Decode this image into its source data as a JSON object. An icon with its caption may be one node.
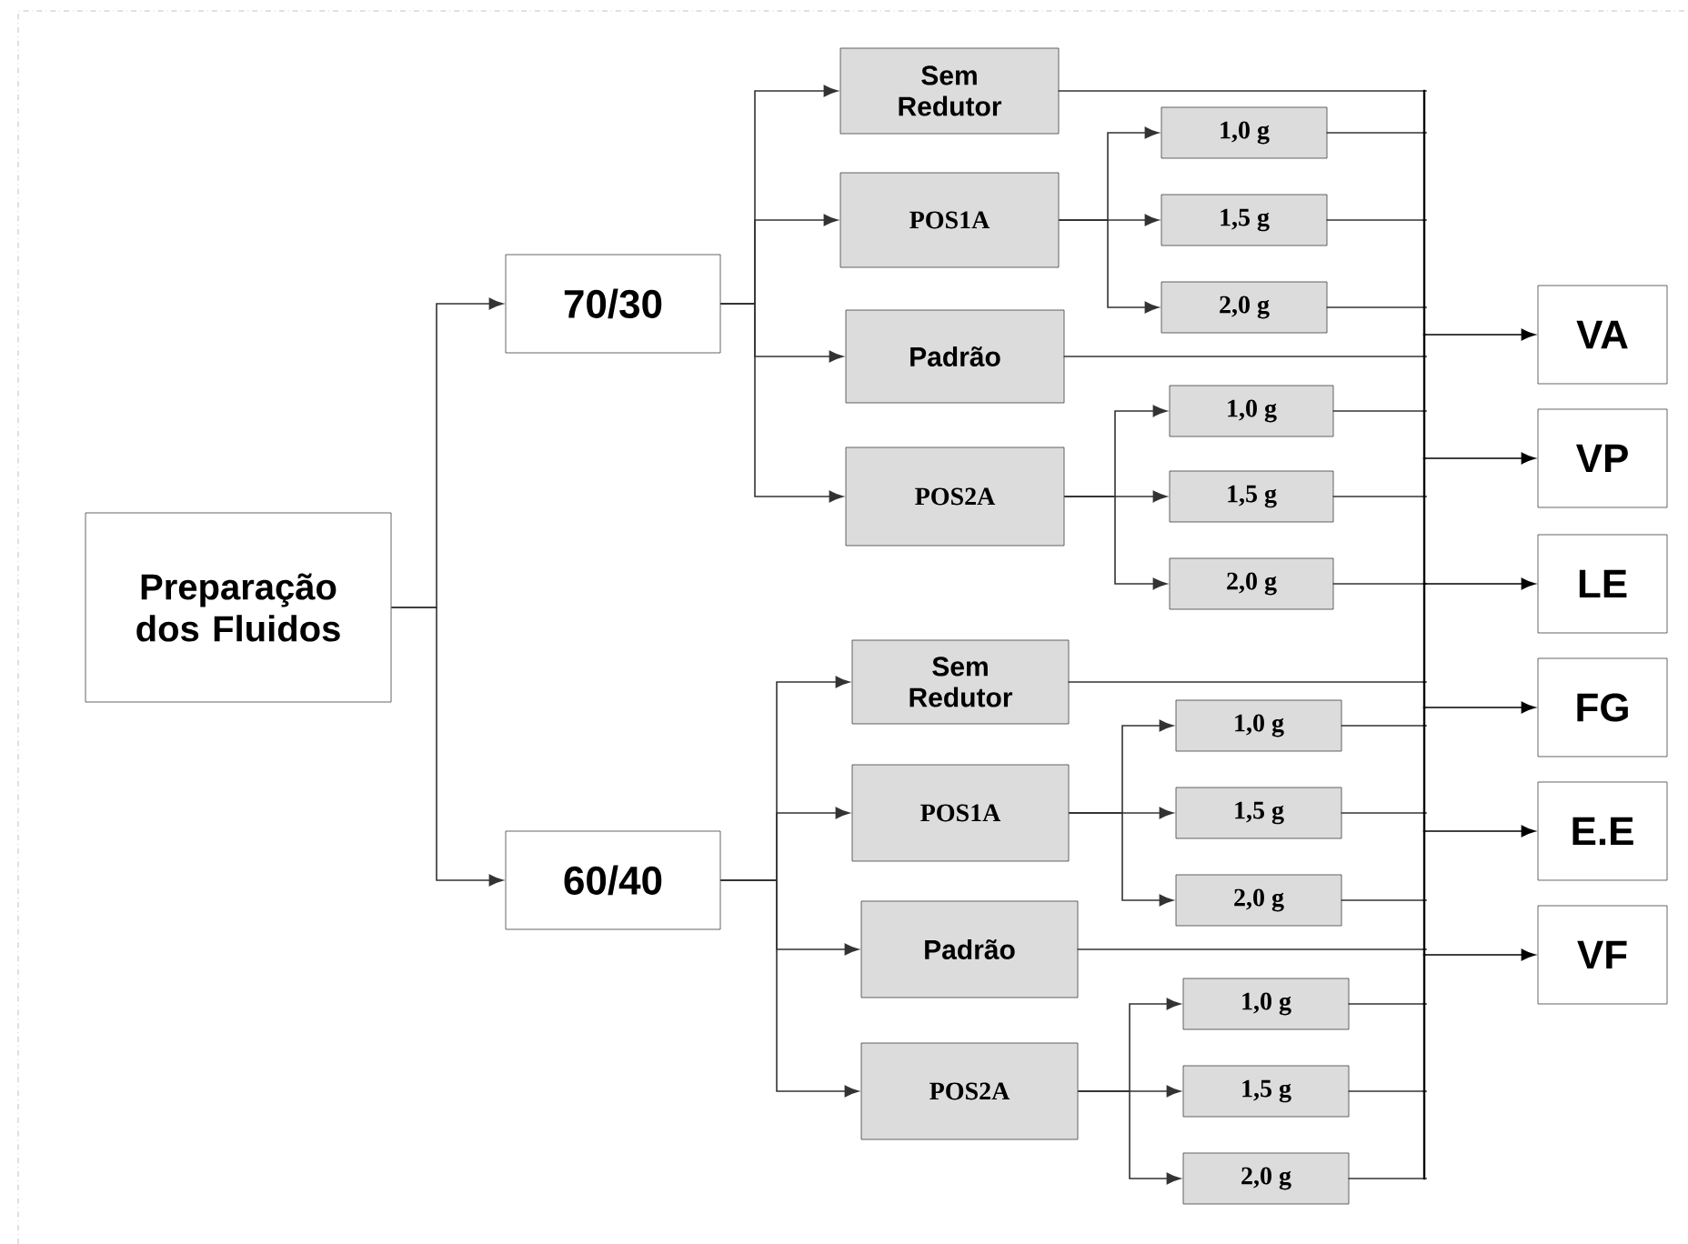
{
  "diagram": {
    "nodes": [
      {
        "text": [
          "Preparação dos Fluidos"
        ]
      },
      {
        "text": [
          "70/30"
        ]
      },
      {
        "text": [
          "Sem Redutor"
        ]
      },
      {
        "text": [
          "POS1A"
        ]
      },
      {
        "text": [
          "1,0  g"
        ]
      },
      {
        "text": [
          "1,5  g"
        ]
      },
      {
        "text": [
          "2,0  g"
        ]
      },
      {
        "text": [
          "Padrão"
        ]
      },
      {
        "text": [
          "POS2A"
        ]
      },
      {
        "text": [
          "1,0  g"
        ]
      },
      {
        "text": [
          "1,5  g"
        ]
      },
      {
        "text": [
          "2,0  g"
        ]
      },
      {
        "text": [
          "60/40"
        ]
      },
      {
        "text": [
          "Sem Redutor"
        ]
      },
      {
        "text": [
          "POS1A"
        ]
      },
      {
        "text": [
          "1,0  g"
        ]
      },
      {
        "text": [
          "1,5  g"
        ]
      },
      {
        "text": [
          "2,0  g"
        ]
      },
      {
        "text": [
          "Padrão"
        ]
      },
      {
        "text": [
          "POS2A"
        ]
      },
      {
        "text": [
          "1,0  g"
        ]
      },
      {
        "text": [
          "1,5  g"
        ]
      },
      {
        "text": [
          "2,0  g"
        ]
      },
      {
        "text": [
          "VA"
        ]
      },
      {
        "text": [
          "VP"
        ]
      },
      {
        "text": [
          "LE"
        ]
      },
      {
        "text": [
          "FG"
        ]
      },
      {
        "text": [
          "E.E"
        ]
      },
      {
        "text": [
          "VF"
        ]
      }
    ],
    "edges": [
      {
        "from": 0,
        "to": 1,
        "arrow": "to"
      },
      {
        "from": 0,
        "to": 12,
        "arrow": "to"
      },
      {
        "from": 1,
        "to": 2,
        "arrow": "to"
      },
      {
        "from": 1,
        "to": 3,
        "arrow": "to"
      },
      {
        "from": 1,
        "to": 7,
        "arrow": "to"
      },
      {
        "from": 1,
        "to": 8,
        "arrow": "to"
      },
      {
        "from": 3,
        "to": 4,
        "arrow": "to"
      },
      {
        "from": 3,
        "to": 5,
        "arrow": "to"
      },
      {
        "from": 3,
        "to": 6,
        "arrow": "to"
      },
      {
        "from": 8,
        "to": 9,
        "arrow": "to"
      },
      {
        "from": 8,
        "to": 10,
        "arrow": "to"
      },
      {
        "from": 8,
        "to": 11,
        "arrow": "to"
      },
      {
        "from": 12,
        "to": 13,
        "arrow": "to"
      },
      {
        "from": 12,
        "to": 14,
        "arrow": "to"
      },
      {
        "from": 12,
        "to": 18,
        "arrow": "to"
      },
      {
        "from": 12,
        "to": 19,
        "arrow": "to"
      },
      {
        "from": 14,
        "to": 15,
        "arrow": "to"
      },
      {
        "from": 14,
        "to": 16,
        "arrow": "to"
      },
      {
        "from": 14,
        "to": 17,
        "arrow": "to"
      },
      {
        "from": 19,
        "to": 20,
        "arrow": "to"
      },
      {
        "from": 19,
        "to": 21,
        "arrow": "to"
      },
      {
        "from": 19,
        "to": 22,
        "arrow": "to"
      },
      {
        "from": 2,
        "to": 23,
        "arrow": "to"
      },
      {
        "from": 2,
        "to": 24,
        "arrow": "to"
      },
      {
        "from": 2,
        "to": 25,
        "arrow": "to"
      },
      {
        "from": 2,
        "to": 26,
        "arrow": "to"
      },
      {
        "from": 2,
        "to": 27,
        "arrow": "to"
      },
      {
        "from": 2,
        "to": 28,
        "arrow": "to"
      },
      {
        "from": 4,
        "to": 23,
        "arrow": "to"
      },
      {
        "from": 4,
        "to": 24,
        "arrow": "to"
      },
      {
        "from": 4,
        "to": 25,
        "arrow": "to"
      },
      {
        "from": 4,
        "to": 26,
        "arrow": "to"
      },
      {
        "from": 4,
        "to": 27,
        "arrow": "to"
      },
      {
        "from": 4,
        "to": 28,
        "arrow": "to"
      },
      {
        "from": 5,
        "to": 23,
        "arrow": "to"
      },
      {
        "from": 5,
        "to": 24,
        "arrow": "to"
      },
      {
        "from": 5,
        "to": 25,
        "arrow": "to"
      },
      {
        "from": 5,
        "to": 26,
        "arrow": "to"
      },
      {
        "from": 5,
        "to": 27,
        "arrow": "to"
      },
      {
        "from": 5,
        "to": 28,
        "arrow": "to"
      },
      {
        "from": 6,
        "to": 23,
        "arrow": "to"
      },
      {
        "from": 6,
        "to": 24,
        "arrow": "to"
      },
      {
        "from": 6,
        "to": 25,
        "arrow": "to"
      },
      {
        "from": 6,
        "to": 26,
        "arrow": "to"
      },
      {
        "from": 6,
        "to": 27,
        "arrow": "to"
      },
      {
        "from": 6,
        "to": 28,
        "arrow": "to"
      },
      {
        "from": 7,
        "to": 23,
        "arrow": "to"
      },
      {
        "from": 7,
        "to": 24,
        "arrow": "to"
      },
      {
        "from": 7,
        "to": 25,
        "arrow": "to"
      },
      {
        "from": 7,
        "to": 26,
        "arrow": "to"
      },
      {
        "from": 7,
        "to": 27,
        "arrow": "to"
      },
      {
        "from": 7,
        "to": 28,
        "arrow": "to"
      },
      {
        "from": 9,
        "to": 23,
        "arrow": "to"
      },
      {
        "from": 9,
        "to": 24,
        "arrow": "to"
      },
      {
        "from": 9,
        "to": 25,
        "arrow": "to"
      },
      {
        "from": 9,
        "to": 26,
        "arrow": "to"
      },
      {
        "from": 9,
        "to": 27,
        "arrow": "to"
      },
      {
        "from": 9,
        "to": 28,
        "arrow": "to"
      },
      {
        "from": 10,
        "to": 23,
        "arrow": "to"
      },
      {
        "from": 10,
        "to": 24,
        "arrow": "to"
      },
      {
        "from": 10,
        "to": 25,
        "arrow": "to"
      },
      {
        "from": 10,
        "to": 26,
        "arrow": "to"
      },
      {
        "from": 10,
        "to": 27,
        "arrow": "to"
      },
      {
        "from": 10,
        "to": 28,
        "arrow": "to"
      },
      {
        "from": 11,
        "to": 23,
        "arrow": "to"
      },
      {
        "from": 11,
        "to": 24,
        "arrow": "to"
      },
      {
        "from": 11,
        "to": 25,
        "arrow": "to"
      },
      {
        "from": 11,
        "to": 26,
        "arrow": "to"
      },
      {
        "from": 11,
        "to": 27,
        "arrow": "to"
      },
      {
        "from": 11,
        "to": 28,
        "arrow": "to"
      },
      {
        "from": 13,
        "to": 23,
        "arrow": "to"
      },
      {
        "from": 13,
        "to": 24,
        "arrow": "to"
      },
      {
        "from": 13,
        "to": 25,
        "arrow": "to"
      },
      {
        "from": 13,
        "to": 26,
        "arrow": "to"
      },
      {
        "from": 13,
        "to": 27,
        "arrow": "to"
      },
      {
        "from": 13,
        "to": 28,
        "arrow": "to"
      },
      {
        "from": 15,
        "to": 23,
        "arrow": "to"
      },
      {
        "from": 15,
        "to": 24,
        "arrow": "to"
      },
      {
        "from": 15,
        "to": 25,
        "arrow": "to"
      },
      {
        "from": 15,
        "to": 26,
        "arrow": "to"
      },
      {
        "from": 15,
        "to": 27,
        "arrow": "to"
      },
      {
        "from": 15,
        "to": 28,
        "arrow": "to"
      },
      {
        "from": 16,
        "to": 23,
        "arrow": "to"
      },
      {
        "from": 16,
        "to": 24,
        "arrow": "to"
      },
      {
        "from": 16,
        "to": 25,
        "arrow": "to"
      },
      {
        "from": 16,
        "to": 26,
        "arrow": "to"
      },
      {
        "from": 16,
        "to": 27,
        "arrow": "to"
      },
      {
        "from": 16,
        "to": 28,
        "arrow": "to"
      },
      {
        "from": 17,
        "to": 23,
        "arrow": "to"
      },
      {
        "from": 17,
        "to": 24,
        "arrow": "to"
      },
      {
        "from": 17,
        "to": 25,
        "arrow": "to"
      },
      {
        "from": 17,
        "to": 26,
        "arrow": "to"
      },
      {
        "from": 17,
        "to": 27,
        "arrow": "to"
      },
      {
        "from": 17,
        "to": 28,
        "arrow": "to"
      },
      {
        "from": 18,
        "to": 23,
        "arrow": "to"
      },
      {
        "from": 18,
        "to": 24,
        "arrow": "to"
      },
      {
        "from": 18,
        "to": 25,
        "arrow": "to"
      },
      {
        "from": 18,
        "to": 26,
        "arrow": "to"
      },
      {
        "from": 18,
        "to": 27,
        "arrow": "to"
      },
      {
        "from": 18,
        "to": 28,
        "arrow": "to"
      },
      {
        "from": 20,
        "to": 23,
        "arrow": "to"
      },
      {
        "from": 20,
        "to": 24,
        "arrow": "to"
      },
      {
        "from": 20,
        "to": 25,
        "arrow": "to"
      },
      {
        "from": 20,
        "to": 26,
        "arrow": "to"
      },
      {
        "from": 20,
        "to": 27,
        "arrow": "to"
      },
      {
        "from": 20,
        "to": 28,
        "arrow": "to"
      },
      {
        "from": 21,
        "to": 23,
        "arrow": "to"
      },
      {
        "from": 21,
        "to": 24,
        "arrow": "to"
      },
      {
        "from": 21,
        "to": 25,
        "arrow": "to"
      },
      {
        "from": 21,
        "to": 26,
        "arrow": "to"
      },
      {
        "from": 21,
        "to": 27,
        "arrow": "to"
      },
      {
        "from": 21,
        "to": 28,
        "arrow": "to"
      },
      {
        "from": 22,
        "to": 23,
        "arrow": "to"
      },
      {
        "from": 22,
        "to": 24,
        "arrow": "to"
      },
      {
        "from": 22,
        "to": 25,
        "arrow": "to"
      },
      {
        "from": 22,
        "to": 26,
        "arrow": "to"
      },
      {
        "from": 22,
        "to": 27,
        "arrow": "to"
      },
      {
        "from": 22,
        "to": 28,
        "arrow": "to"
      }
    ]
  }
}
